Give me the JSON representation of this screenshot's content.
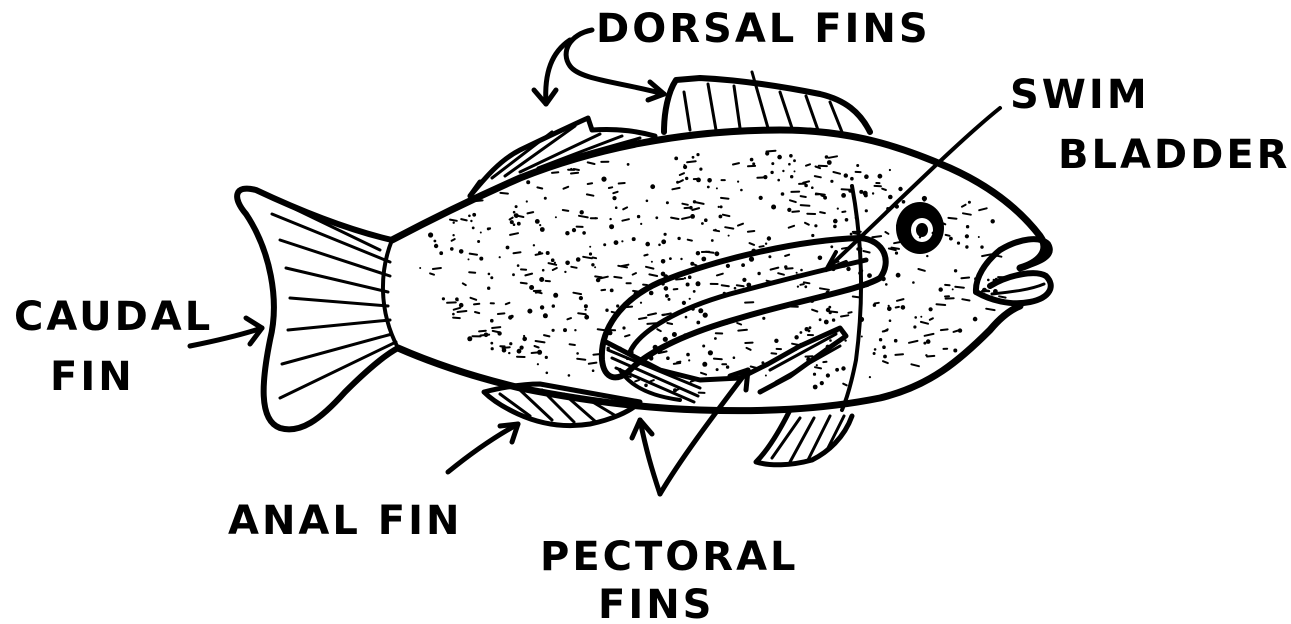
{
  "labels": {
    "dorsal_fins": "DORSAL FINS",
    "swim_bladder_line1": "SWIM",
    "swim_bladder_line2": "BLADDER",
    "caudal_fin_line1": "CAUDAL",
    "caudal_fin_line2": "FIN",
    "anal_fin": "ANAL FIN",
    "pectoral_fins_line1": "PECTORAL",
    "pectoral_fins_line2": "FINS"
  },
  "colors": {
    "ink": "#000000",
    "background": "#ffffff"
  }
}
